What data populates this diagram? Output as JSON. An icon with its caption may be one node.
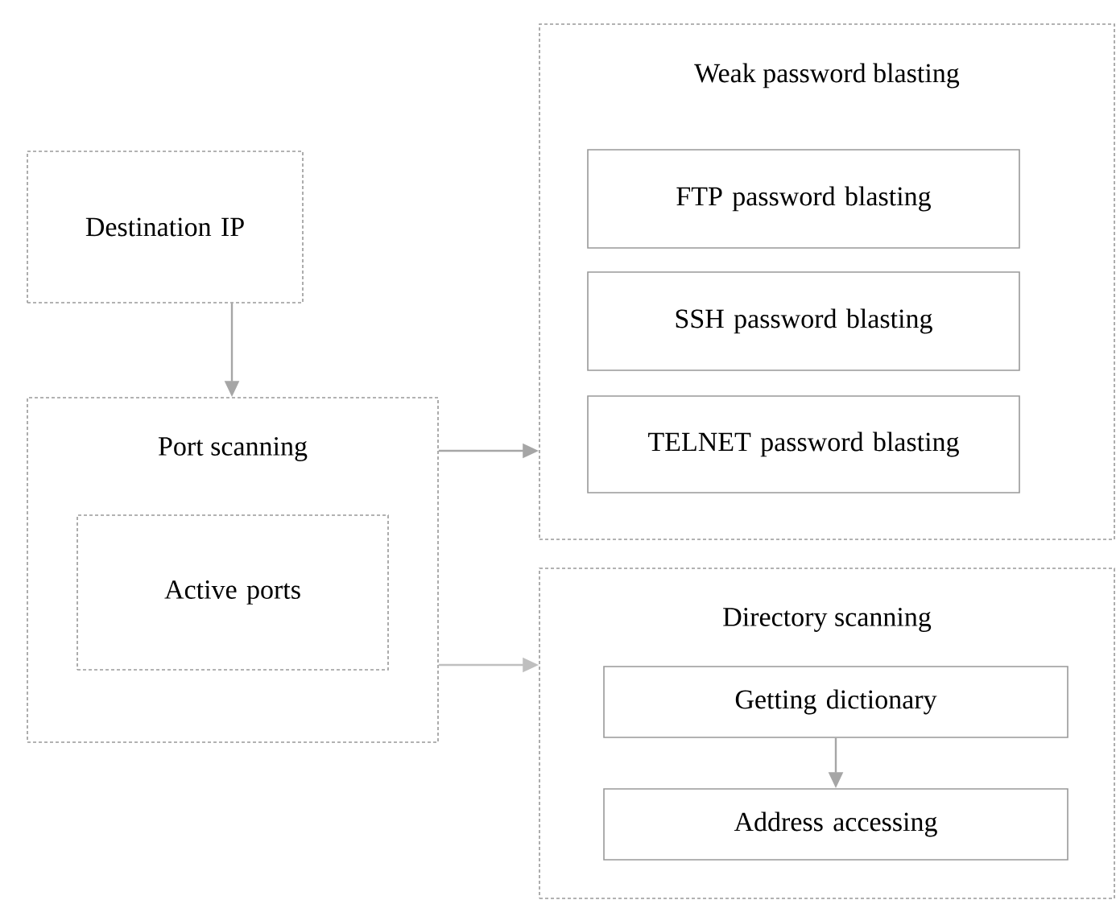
{
  "diagram": {
    "nodes": [
      {
        "text": [
          "Destination IP"
        ]
      },
      {
        "text": [
          "Port scanning"
        ]
      },
      {
        "text": [
          "Active ports"
        ],
        "in": 1
      },
      {
        "text": [
          "Weak password blasting"
        ]
      },
      {
        "text": [
          "FTP password blasting"
        ],
        "in": 3
      },
      {
        "text": [
          "SSH password blasting"
        ],
        "in": 3
      },
      {
        "text": [
          "TELNET password blasting"
        ],
        "in": 3
      },
      {
        "text": [
          "Directory scanning"
        ]
      },
      {
        "text": [
          "Getting dictionary"
        ],
        "in": 7
      },
      {
        "text": [
          "Address accessing"
        ],
        "in": 7
      }
    ],
    "edges": [
      {
        "from": 0,
        "to": 1,
        "arrow": "to"
      },
      {
        "from": 1,
        "to": 3,
        "arrow": "to"
      },
      {
        "from": 1,
        "to": 7,
        "arrow": "to",
        "color": "#bfbfbf"
      },
      {
        "from": 8,
        "to": 9,
        "arrow": "to"
      }
    ]
  }
}
